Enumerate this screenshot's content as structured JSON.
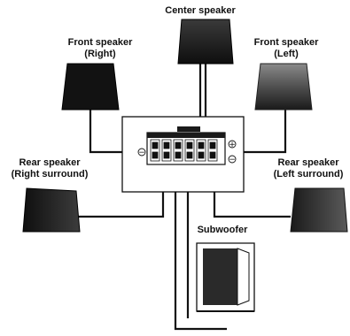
{
  "labels": {
    "center": "Center speaker",
    "front_right": "Front speaker\n(Right)",
    "front_left": "Front speaker\n(Left)",
    "rear_right": "Rear speaker\n(Right surround)",
    "rear_left": "Rear speaker\n(Left surround)",
    "subwoofer": "Subwoofer"
  },
  "polarity": {
    "plus": "+",
    "minus": "−"
  },
  "colors": {
    "line": "#111111",
    "speaker_dark": "#141414",
    "speaker_light": "#6a6a6a",
    "sub_face": "#2a2a2a"
  }
}
